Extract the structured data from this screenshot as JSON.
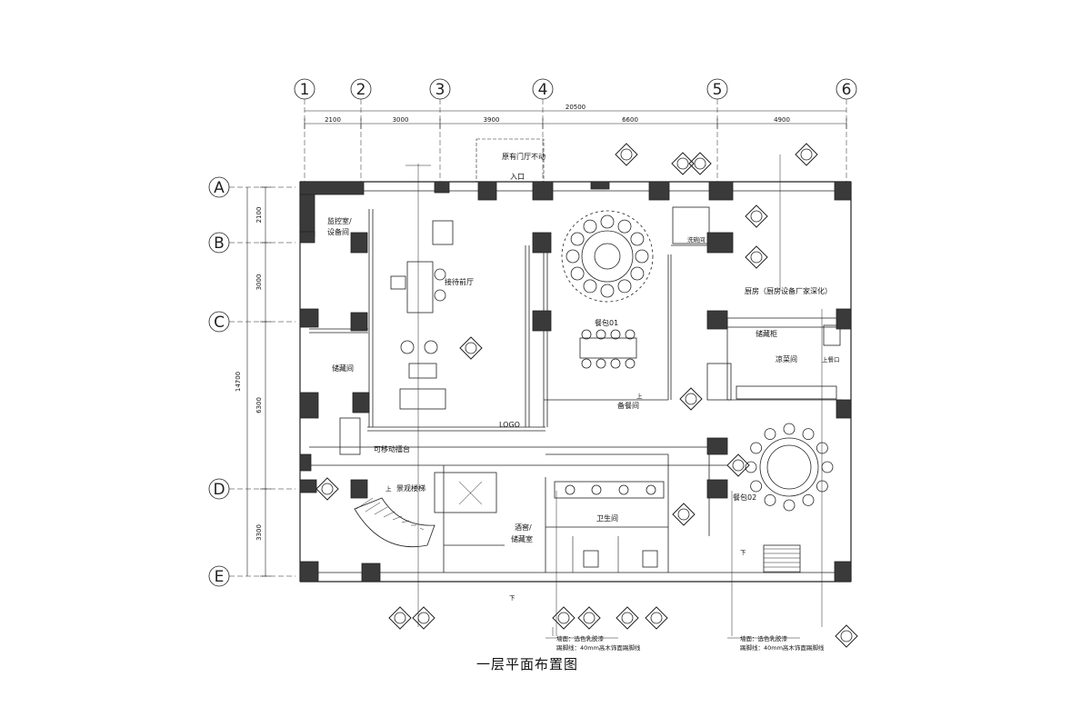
{
  "title": "一层平面布置图",
  "grid_columns": [
    "1",
    "2",
    "3",
    "4",
    "5",
    "6"
  ],
  "grid_rows": [
    "A",
    "B",
    "C",
    "D",
    "E"
  ],
  "dimensions": {
    "top_total": "20500",
    "top_segments": [
      "2100",
      "3000",
      "3900",
      "6600",
      "4900"
    ],
    "left_total": "14700",
    "left_segments": [
      "2100",
      "3000",
      "6300",
      "3300"
    ]
  },
  "rooms": {
    "monitor_room": "监控室/",
    "monitor_room2": "设备间",
    "reception": "接待前厅",
    "dining01": "餐包01",
    "dining02": "餐包02",
    "kitchen": "厨房（厨房设备厂家深化）",
    "storage_left": "储藏间",
    "storage_cabinet": "储藏柜",
    "cold_room": "凉菜间",
    "serving_room": "备餐间",
    "toilet": "卫生间",
    "wine_cellar": "酒窖/",
    "wine_cellar2": "储藏室",
    "movable_counter": "可移动擂台",
    "stairs": "景观楼梯",
    "entrance": "入口",
    "existing_door": "原有门厅不动",
    "dishwash": "洗碗间",
    "logo": "LOGO",
    "meal_pass": "上餐口",
    "up1": "上",
    "up2": "上",
    "down1": "下",
    "down2": "下"
  },
  "notes": {
    "left_note_line1": "墙面：选色乳胶漆",
    "left_note_line2": "踢脚线：40mm高木饰面踢脚线",
    "right_note_line1": "墙面：选色乳胶漆",
    "right_note_line2": "踢脚线：40mm高木饰面踢脚线"
  }
}
